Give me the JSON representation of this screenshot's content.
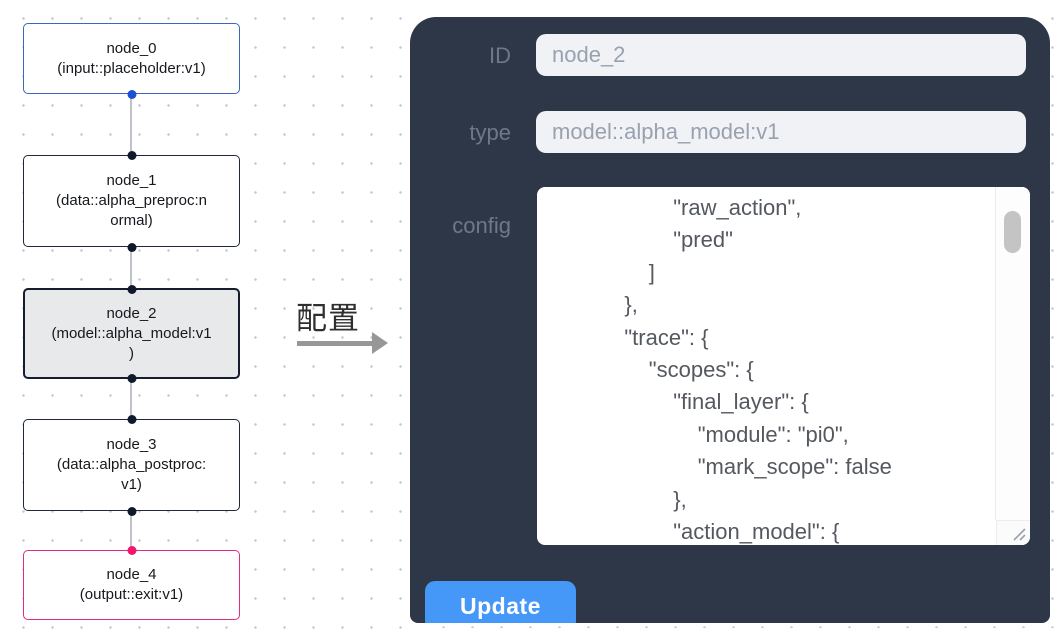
{
  "canvas": {
    "nodes": [
      {
        "id": "node_0",
        "type": "input::placeholder:v1",
        "text": "node_0\n(input::placeholder:v1)",
        "state": "input"
      },
      {
        "id": "node_1",
        "type": "data::alpha_preproc:normal",
        "text": "node_1\n(data::alpha_preproc:n\normal)",
        "state": "default"
      },
      {
        "id": "node_2",
        "type": "model::alpha_model:v1",
        "text": "node_2\n(model::alpha_model:v1\n)",
        "state": "selected"
      },
      {
        "id": "node_3",
        "type": "data::alpha_postproc:v1",
        "text": "node_3\n(data::alpha_postproc:\nv1)",
        "state": "default"
      },
      {
        "id": "node_4",
        "type": "output::exit:v1",
        "text": "node_4\n(output::exit:v1)",
        "state": "output"
      }
    ]
  },
  "relay": {
    "label": "配置"
  },
  "panel": {
    "id_label": "ID",
    "id_value": "node_2",
    "type_label": "type",
    "type_value": "model::alpha_model:v1",
    "config_label": "config",
    "config_text": "                    \"raw_action\",\n                    \"pred\"\n                ]\n            },\n            \"trace\": {\n                \"scopes\": {\n                    \"final_layer\": {\n                        \"module\": \"pi0\",\n                        \"mark_scope\": false\n                    },\n                    \"action_model\": {",
    "update_label": "Update"
  },
  "colors": {
    "panel_background": "#2d3748",
    "accent_button_blue": "#4698f8",
    "input_node_blue": "#3a66c0",
    "output_node_pink": "#e42a80",
    "selected_node_gray": "#e8e9ea",
    "handle_blue": "#1b4fd6",
    "handle_pink": "#f5146e",
    "handle_dark": "#10192b"
  }
}
